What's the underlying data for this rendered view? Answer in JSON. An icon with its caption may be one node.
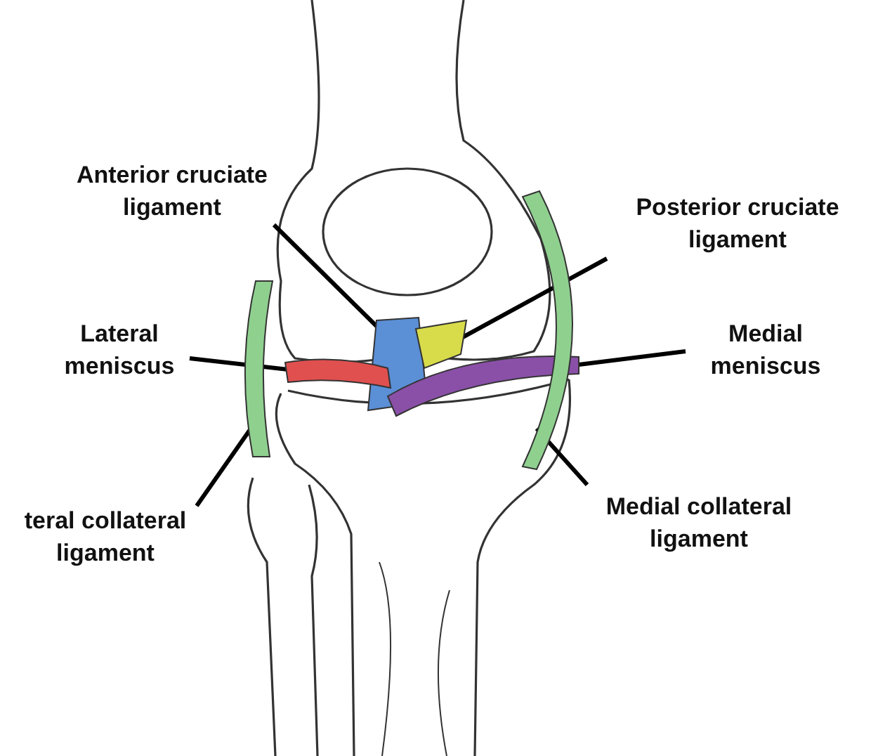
{
  "diagram": {
    "nodes": [
      {
        "text": [
          "Anterior cruciate ligament"
        ]
      },
      {
        "text": [
          "Posterior cruciate ligament"
        ]
      },
      {
        "text": [
          "Lateral meniscus"
        ]
      },
      {
        "text": [
          "Medial meniscus"
        ]
      },
      {
        "text": [
          "teral collateral ligament"
        ]
      },
      {
        "text": [
          "Medial collateral ligament"
        ]
      },
      {
        "text": [],
        "shape": "picture"
      },
      {
        "text": [],
        "shape": "picture"
      },
      {
        "text": [],
        "shape": "picture"
      },
      {
        "text": [],
        "shape": "picture"
      },
      {
        "text": [],
        "shape": "picture"
      },
      {
        "text": [],
        "shape": "picture"
      }
    ],
    "edges": [
      {
        "from": 0,
        "to": 6,
        "arrow": "none"
      },
      {
        "from": 1,
        "to": 7,
        "arrow": "none"
      },
      {
        "from": 2,
        "to": 8,
        "arrow": "none"
      },
      {
        "from": 3,
        "to": 9,
        "arrow": "none"
      },
      {
        "from": 4,
        "to": 10,
        "arrow": "none"
      },
      {
        "from": 5,
        "to": 11,
        "arrow": "none"
      }
    ]
  }
}
